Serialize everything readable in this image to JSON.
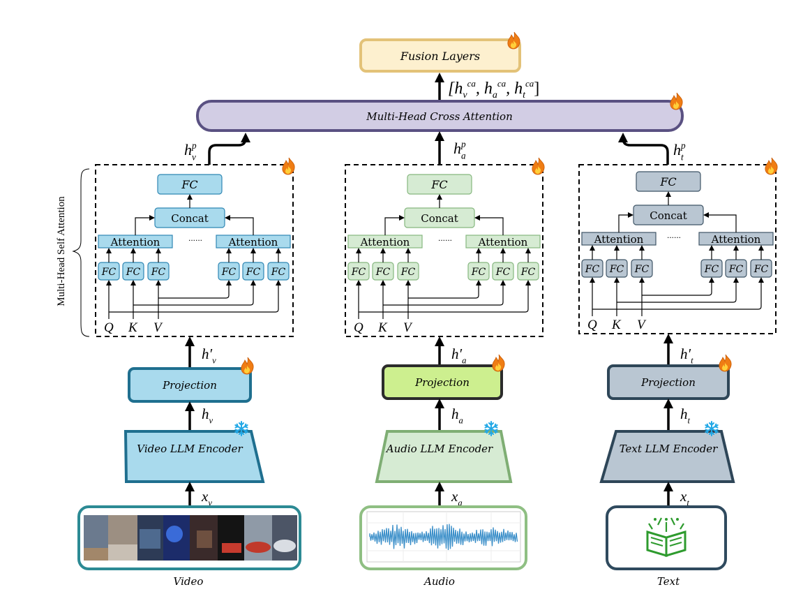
{
  "fusion": {
    "label": "Fusion Layers"
  },
  "cross_attention": {
    "label": "Multi-Head Cross Attention",
    "output_label": "[h_v^ca, h_a^ca, h_t^ca]"
  },
  "self_attention_brace_label": "Multi-Head Self Attention",
  "ellipsis": "......",
  "branches": [
    {
      "id": "video",
      "input_caption": "Video",
      "encoder_label": "Video LLM Encoder",
      "projection_label": "Projection",
      "fc_top_label": "FC",
      "concat_label": "Concat",
      "attention_label": "Attention",
      "fc_small_label": "FC",
      "qkv": [
        "Q",
        "K",
        "V"
      ],
      "x_label": "x_v",
      "h_label": "h_v",
      "hprime_label": "h'_v",
      "hp_label": "h_v^p",
      "colors": {
        "fill": "#a9daed",
        "stroke": "#2f86b3",
        "strong": "#1f6f8f"
      }
    },
    {
      "id": "audio",
      "input_caption": "Audio",
      "encoder_label": "Audio LLM Encoder",
      "projection_label": "Projection",
      "fc_top_label": "FC",
      "concat_label": "Concat",
      "attention_label": "Attention",
      "fc_small_label": "FC",
      "qkv": [
        "Q",
        "K",
        "V"
      ],
      "x_label": "x_a",
      "h_label": "h_a",
      "hprime_label": "h'_a",
      "hp_label": "h_a^p",
      "colors": {
        "fill": "#d6ebd3",
        "stroke": "#86b77f",
        "strong": "#7fae74",
        "projection_fill": "#cdef8f"
      }
    },
    {
      "id": "text",
      "input_caption": "Text",
      "encoder_label": "Text LLM Encoder",
      "projection_label": "Projection",
      "fc_top_label": "FC",
      "concat_label": "Concat",
      "attention_label": "Attention",
      "fc_small_label": "FC",
      "qkv": [
        "Q",
        "K",
        "V"
      ],
      "x_label": "x_t",
      "h_label": "h_t",
      "hprime_label": "h'_t",
      "hp_label": "h_t^p",
      "colors": {
        "fill": "#b9c6d2",
        "stroke": "#3f5566",
        "strong": "#2e4658"
      }
    }
  ],
  "icons": [
    "fire-icon",
    "snowflake-icon",
    "book-icon",
    "waveform-icon",
    "video-thumbnails"
  ],
  "colors": {
    "fusion_fill": "#fdf0cf",
    "fusion_stroke": "#e3c278",
    "cross_fill": "#d2cde4",
    "cross_stroke": "#5a5182",
    "input_frame_video": "#2c8a94",
    "input_frame_audio": "#8fbf83",
    "input_frame_text": "#2f4a5e"
  }
}
